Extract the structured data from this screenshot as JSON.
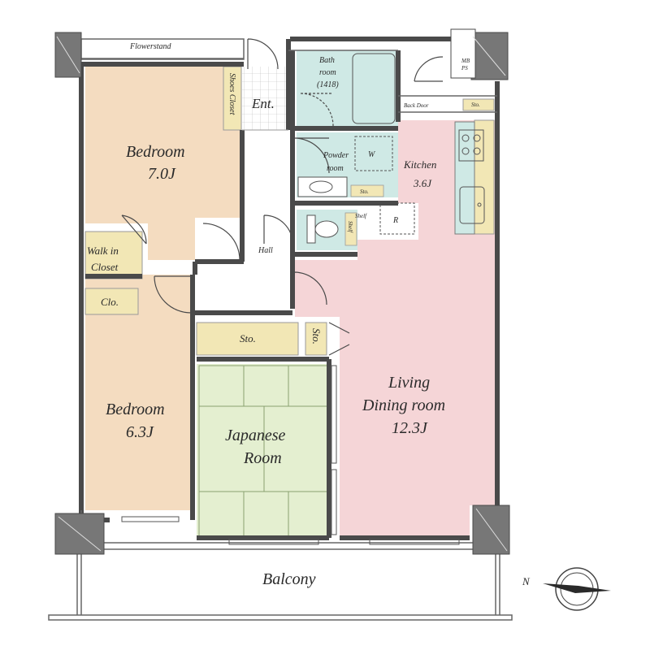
{
  "colors": {
    "wall": "#4a4a4a",
    "bedroom": "#f4dcc0",
    "living": "#f5d5d7",
    "wet": "#cfe9e5",
    "tatami": "#e4efd0",
    "storage": "#f2e7b5",
    "corridor": "#ffffff"
  },
  "labels": {
    "flowerstand": "Flowerstand",
    "shoes_closet": "Shoes Closet",
    "entrance": "Ent.",
    "bath_1": "Bath",
    "bath_2": "room",
    "bath_3": "(1418)",
    "mb_1": "MB",
    "mb_2": "PS",
    "back_door": "Back Door",
    "sto_small": "Sto.",
    "bedroom1_name": "Bedroom",
    "bedroom1_size": "7.0J",
    "powder_1": "Powder",
    "powder_2": "room",
    "washer": "W",
    "kitchen_name": "Kitchen",
    "kitchen_size": "3.6J",
    "sto_toilet": "Sto.",
    "shelf": "Shelf",
    "shelf2": "Shelf",
    "refrigerator": "R",
    "hall": "Hall",
    "walkin_1": "Walk in",
    "walkin_2": "Closet",
    "clo": "Clo.",
    "sto_japanese": "Sto.",
    "sto_vertical": "Sto.",
    "living_1": "Living",
    "living_2": "Dining room",
    "living_size": "12.3J",
    "bedroom2_name": "Bedroom",
    "bedroom2_size": "6.3J",
    "japanese_1": "Japanese",
    "japanese_2": "Room",
    "balcony": "Balcony",
    "north": "N"
  }
}
